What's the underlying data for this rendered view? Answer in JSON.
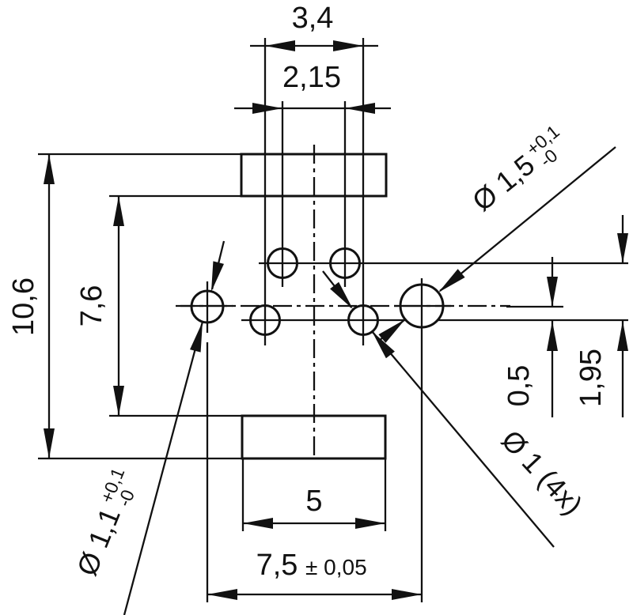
{
  "drawing": {
    "type": "technical-dimension-drawing",
    "colors": {
      "line": "#111111",
      "background": "#ffffff"
    },
    "dims": {
      "top_width": "3,4",
      "pad_gap_width": "2,15",
      "overall_height": "10,6",
      "inner_height": "7,6",
      "row_offset": "0,5",
      "row_spacing": "1,95",
      "pad_width": "5",
      "hole_span": "7,5",
      "hole_span_tol": "± 0,05",
      "dia_right": "Ø 1,5",
      "dia_right_tol_upper": "+0,1",
      "dia_right_tol_lower": "-0",
      "dia_small": "Ø 1 (4x)",
      "dia_left": "Ø 1,1",
      "dia_left_tol_upper": "+0,1",
      "dia_left_tol_lower": "-0"
    }
  }
}
